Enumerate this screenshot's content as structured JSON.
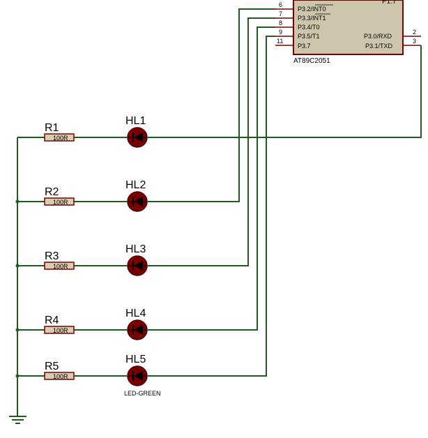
{
  "mcu": {
    "part_label": "AT89C2051",
    "top_label": "P1.7",
    "left_pins": [
      {
        "num": "6",
        "name": "P3.2/INT0"
      },
      {
        "num": "7",
        "name": "P3.3/INT1"
      },
      {
        "num": "8",
        "name": "P3.4/T0"
      },
      {
        "num": "9",
        "name": "P3.5/T1"
      },
      {
        "num": "11",
        "name": "P3.7"
      }
    ],
    "right_pins": [
      {
        "num": "2",
        "name": "P3.0/RXD"
      },
      {
        "num": "3",
        "name": "P3.1/TXD"
      }
    ]
  },
  "resistors": [
    {
      "ref": "R1",
      "value": "100R"
    },
    {
      "ref": "R2",
      "value": "100R"
    },
    {
      "ref": "R3",
      "value": "100R"
    },
    {
      "ref": "R4",
      "value": "100R"
    },
    {
      "ref": "R5",
      "value": "100R"
    }
  ],
  "leds": [
    {
      "ref": "HL1"
    },
    {
      "ref": "HL2"
    },
    {
      "ref": "HL3"
    },
    {
      "ref": "HL4"
    },
    {
      "ref": "HL5",
      "part": "LED-GREEN"
    }
  ],
  "colors": {
    "wire": "#1f5a1f",
    "component_outline": "#7a0000",
    "resistor_fill": "#d8cdb0",
    "chip_fill": "#cdc6ac",
    "led_fill": "#7a0000"
  }
}
